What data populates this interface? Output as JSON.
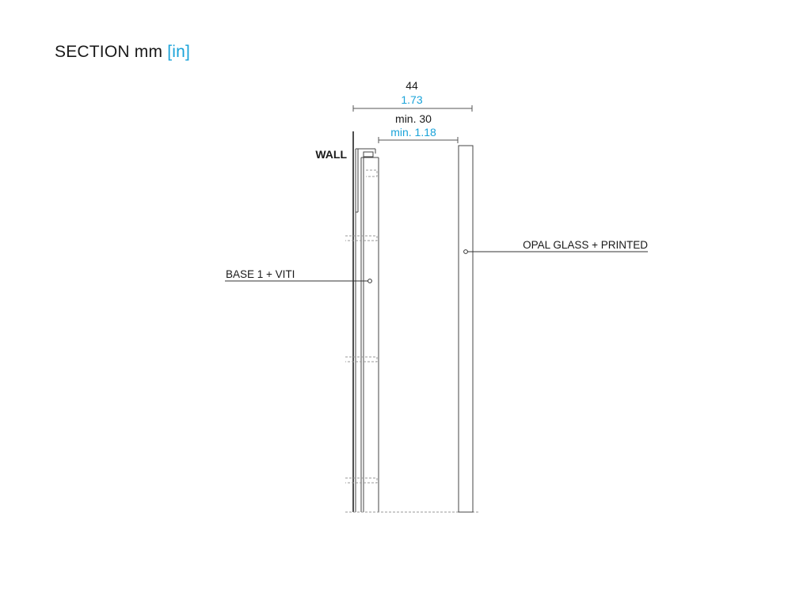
{
  "title": {
    "main": "SECTION mm",
    "unit": "[in]"
  },
  "colors": {
    "line": "#333333",
    "accent": "#1aa3d9",
    "text": "#1a1a1a",
    "hidden": "#9a9a9a"
  },
  "dimensions": {
    "overall": {
      "mm": "44",
      "in": "1.73"
    },
    "gap": {
      "mm": "min. 30",
      "in": "min. 1.18"
    }
  },
  "labels": {
    "wall": "WALL",
    "base": "BASE 1 + VITI",
    "glass": "OPAL GLASS + PRINTED"
  }
}
